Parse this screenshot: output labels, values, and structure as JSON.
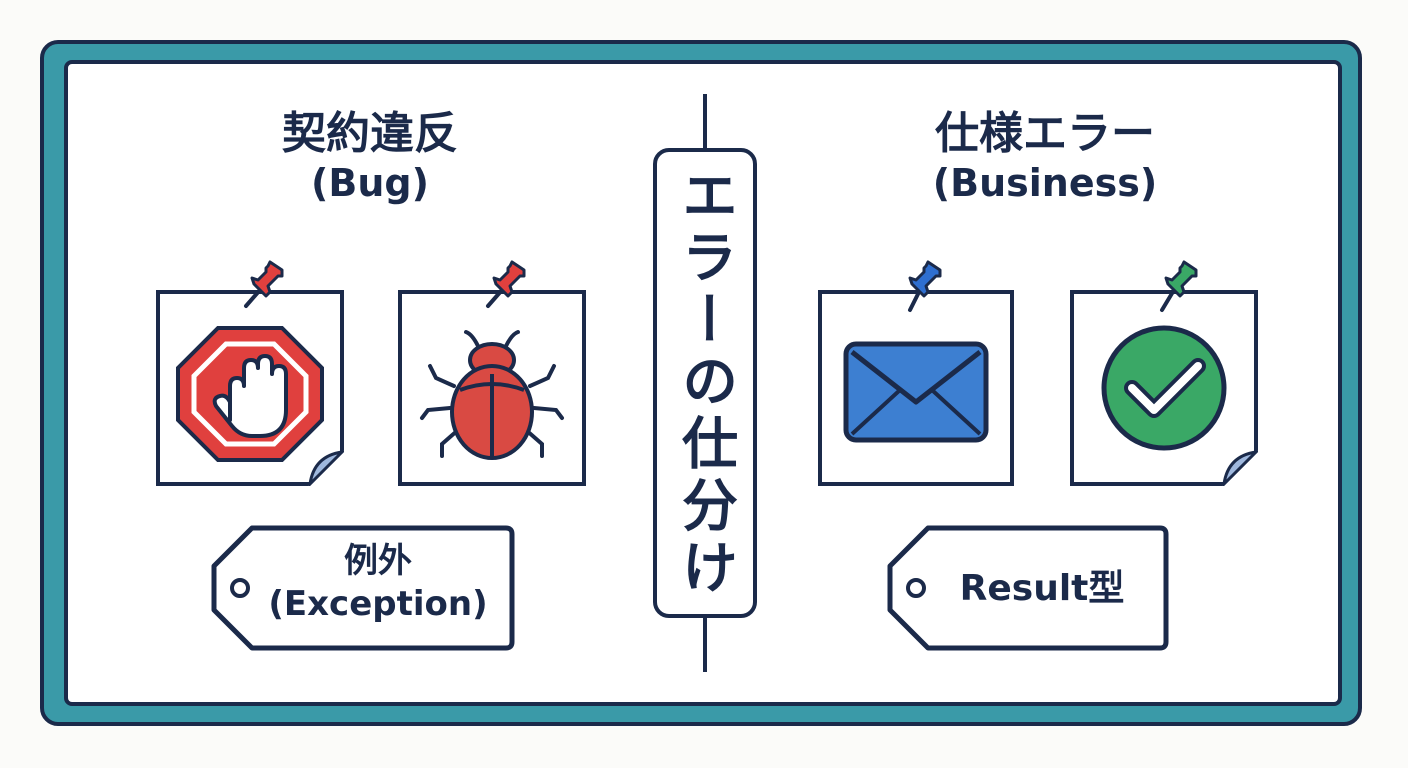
{
  "center_label": "エラーの仕分け",
  "left": {
    "title": "契約違反",
    "subtitle": "(Bug)",
    "tag": {
      "line1": "例外",
      "line2": "(Exception)"
    },
    "cards": [
      {
        "icon": "stop-hand-icon",
        "color": "#e0403e"
      },
      {
        "icon": "bug-icon",
        "color": "#d94a43"
      }
    ]
  },
  "right": {
    "title": "仕様エラー",
    "subtitle": "(Business)",
    "tag": {
      "line1": "Result型"
    },
    "cards": [
      {
        "icon": "envelope-icon",
        "color": "#3d7fd1"
      },
      {
        "icon": "checkmark-icon",
        "color": "#3aa866"
      }
    ]
  },
  "colors": {
    "frame": "#3a9aa8",
    "outline": "#1b2a4a",
    "pin_red": "#e0403e",
    "pin_blue": "#2f6fd0",
    "pin_green": "#3aa866",
    "fold": "#9fb8de"
  }
}
